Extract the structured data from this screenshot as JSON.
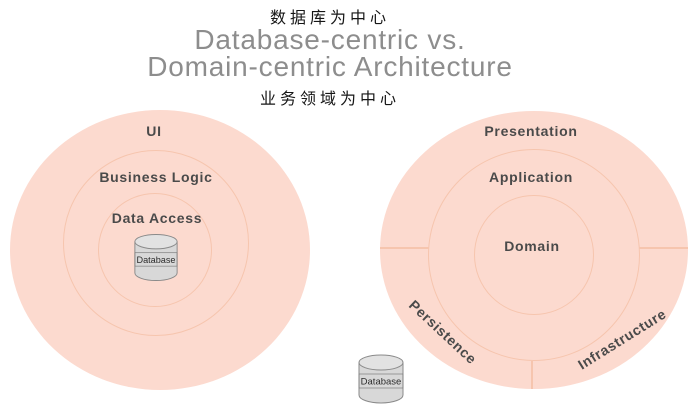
{
  "header": {
    "database_centric_cn": "数据库为中心",
    "title_line1": "Database-centric vs.",
    "title_line2": "Domain-centric Architecture",
    "domain_centric_cn": "业务领域为中心"
  },
  "left_diagram": {
    "name": "Database-centric",
    "layers": [
      "UI",
      "Business Logic",
      "Data Access"
    ],
    "database_label": "Database"
  },
  "right_diagram": {
    "name": "Domain-centric",
    "layers": [
      "Presentation",
      "Application",
      "Domain"
    ],
    "sectors": [
      "Persistence",
      "Infrastructure"
    ],
    "database_label": "Database"
  },
  "colors": {
    "circle_fill": "#fcdacf",
    "ring_stroke": "#f6c5ae",
    "label_text": "#4a4a4a",
    "title_text": "#8d8d8d",
    "cn_text": "#161616",
    "cylinder_fill": "#d8d8d8",
    "cylinder_stroke": "#8a8a8a"
  }
}
